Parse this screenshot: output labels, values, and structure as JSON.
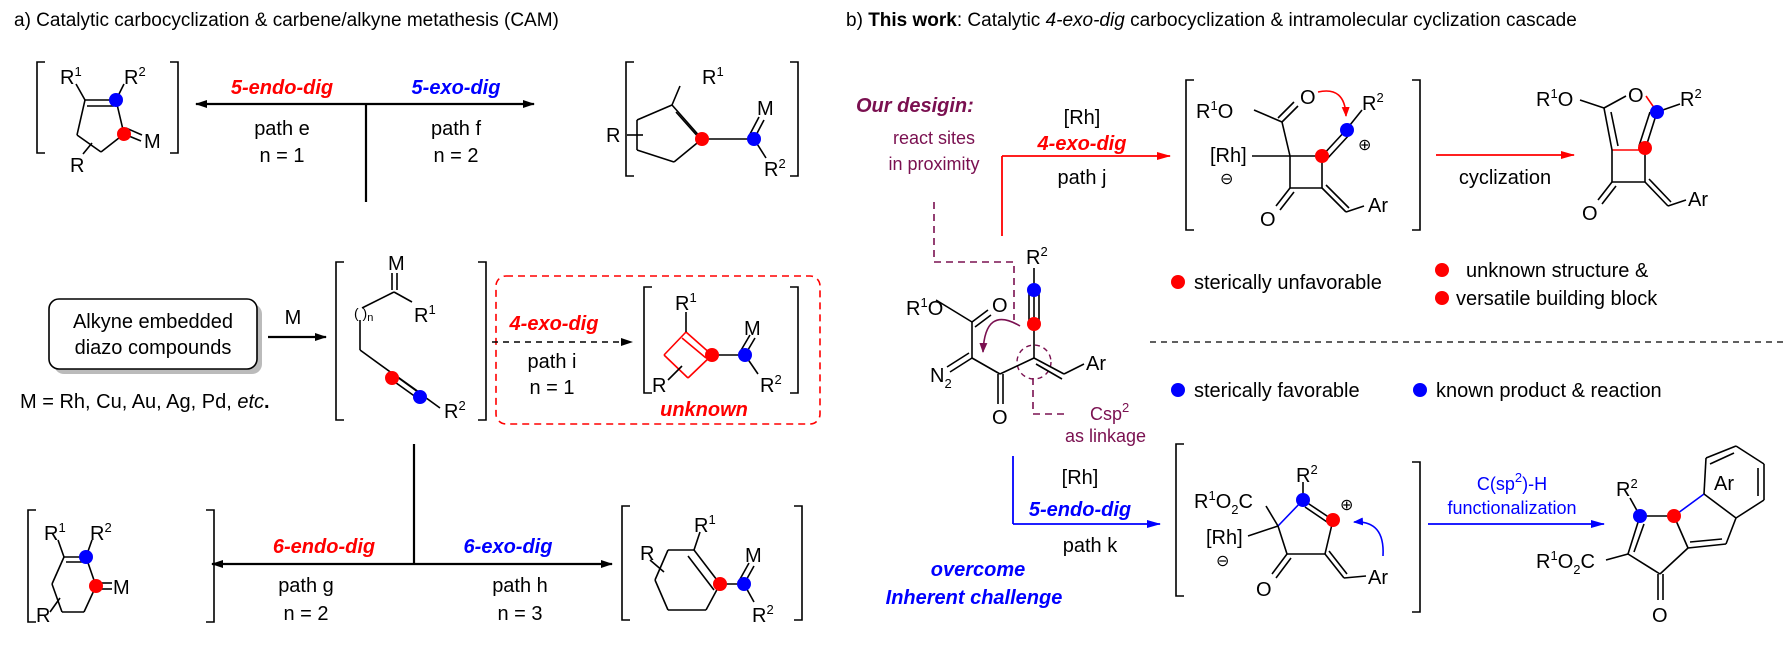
{
  "panel_a": {
    "title": "a) Catalytic carbocyclization & carbene/alkyne metathesis (CAM)",
    "start_box": {
      "line1": "Alkyne embedded",
      "line2": "diazo compounds"
    },
    "start_arrow_label": "M",
    "metal_note": {
      "prefix": "M = Rh, Cu, Au, Ag, Pd, ",
      "etc": "etc",
      "suffix": "."
    },
    "paths": {
      "e": {
        "mode": "5-endo-dig",
        "path": "path e",
        "n": "n = 1"
      },
      "f": {
        "mode": "5-exo-dig",
        "path": "path f",
        "n": "n = 2"
      },
      "g": {
        "mode": "6-endo-dig",
        "path": "path g",
        "n": "n = 2"
      },
      "h": {
        "mode": "6-exo-dig",
        "path": "path h",
        "n": "n = 3"
      },
      "i": {
        "mode": "4-exo-dig",
        "path": "path i",
        "n": "n = 1",
        "note": "unknown"
      }
    },
    "atoms": {
      "R": "R",
      "R1": "R",
      "R2": "R",
      "M": "M",
      "sup1": "1",
      "sup2": "2",
      "n": "n"
    }
  },
  "panel_b": {
    "title_prefix": "b) ",
    "title_bold": "This work",
    "title_mid": ": Catalytic ",
    "title_italic": "4-exo-dig",
    "title_suffix": " carbocyclization & intramolecular cyclization cascade",
    "design": {
      "heading": "Our desigin:",
      "line1": "react sites",
      "line2": "in proximity",
      "csp2": "Csp",
      "csp2_sup": "2",
      "linkage": "as linkage"
    },
    "path_j": {
      "catalyst": "[Rh]",
      "mode": "4-exo-dig",
      "path": "path j"
    },
    "path_k": {
      "catalyst": "[Rh]",
      "mode": "5-endo-dig",
      "path": "path k"
    },
    "cyclization_label": "cyclization",
    "ch_label": {
      "line1_a": "C(sp",
      "line1_sup": "2",
      "line1_b": ")-H",
      "line2": "functionalization"
    },
    "challenge": {
      "line1": "overcome",
      "line2": "Inherent challenge"
    },
    "legend_red": [
      "sterically unfavorable",
      "unknown structure &",
      "versatile building block"
    ],
    "legend_blue": [
      "sterically favorable",
      "known product & reaction"
    ],
    "atoms": {
      "Rh": "[Rh]",
      "O": "O",
      "Ar": "Ar",
      "N2": "N",
      "R1O": "O",
      "R1O2C_a": "O",
      "R1O2C_b": "C"
    }
  },
  "colors": {
    "red": "#ff0000",
    "blue": "#0000ff",
    "plum": "#7a1050",
    "black": "#000000"
  }
}
